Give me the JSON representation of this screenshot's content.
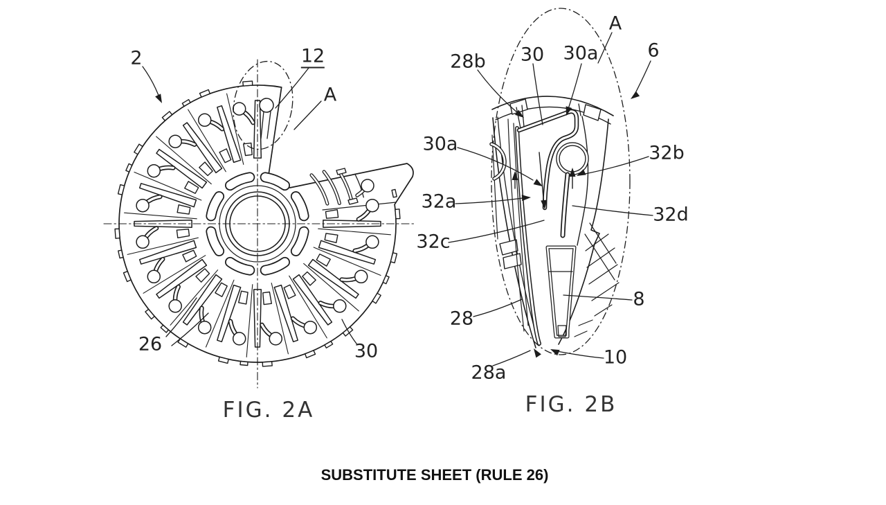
{
  "colors": {
    "ink": "#1c1c1c",
    "paper": "#ffffff"
  },
  "figures": {
    "fig2a": {
      "caption": "FIG. 2A",
      "labels": {
        "n2": "2",
        "n12": "12",
        "nA": "A",
        "n26": "26",
        "n30": "30"
      }
    },
    "fig2b": {
      "caption": "FIG. 2B",
      "labels": {
        "n28b": "28b",
        "n30": "30",
        "n30a_top": "30a",
        "nA": "A",
        "n6": "6",
        "n30a_left": "30a",
        "n32b": "32b",
        "n32a": "32a",
        "n32d": "32d",
        "n32c": "32c",
        "n28": "28",
        "n8": "8",
        "n10": "10",
        "n28a": "28a"
      }
    }
  },
  "footer": {
    "text": "SUBSTITUTE SHEET (RULE 26)"
  }
}
